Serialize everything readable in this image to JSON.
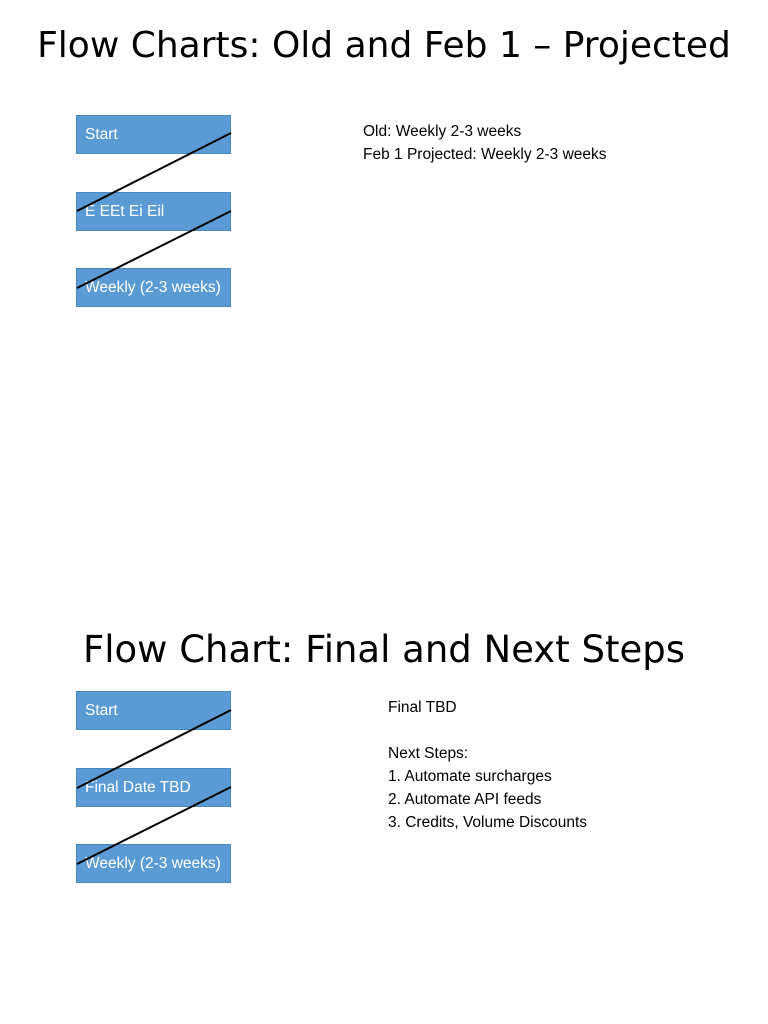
{
  "slide1": {
    "title": "Flow Charts: Old and Feb 1 – Projected",
    "boxes": [
      "Start",
      "E EEt Ei Eil",
      "Weekly (2-3 weeks)"
    ],
    "notes": [
      "Old: Weekly 2-3 weeks",
      "Feb 1 Projected: Weekly 2-3 weeks"
    ]
  },
  "slide2": {
    "title": "Flow Chart: Final and Next Steps",
    "boxes": [
      "Start",
      "Final Date TBD",
      "Weekly (2-3 weeks)"
    ],
    "notes": [
      "Final TBD",
      "",
      "Next Steps:",
      "1. Automate surcharges",
      "2. Automate API feeds",
      "3. Credits, Volume Discounts"
    ]
  },
  "colors": {
    "box_fill": "#5b9bd5",
    "box_text": "#ffffff",
    "connector": "#000000"
  }
}
